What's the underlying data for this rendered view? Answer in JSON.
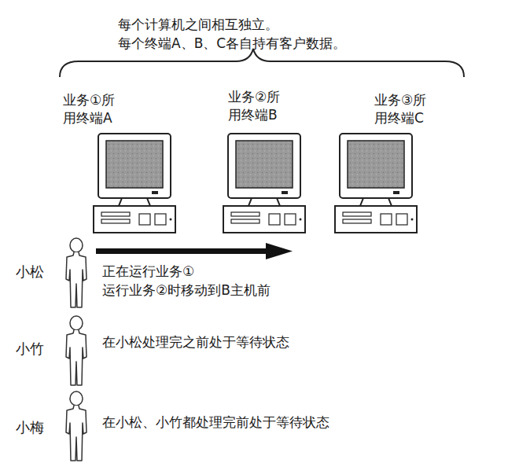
{
  "diagram": {
    "labels": [
      "每个计算机之间相互独立。",
      "每个终端A、B、C各自持有客户数据。",
      "业务①所用终端A",
      "业务②所用终端B",
      "业务③所用终端C",
      "小松",
      "正在运行业务①",
      "运行业务②时移动到B主机前",
      "小竹",
      "在小松处理完之前处于等待状态",
      "小梅",
      "在小松、小竹都处理完前处于等待状态"
    ]
  }
}
